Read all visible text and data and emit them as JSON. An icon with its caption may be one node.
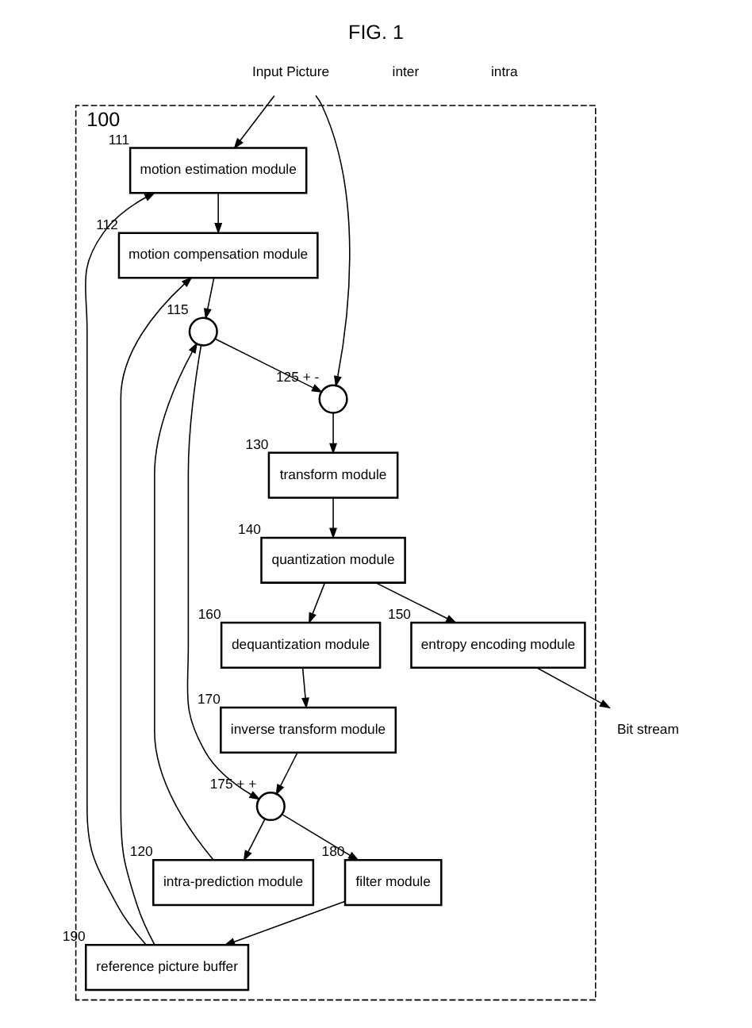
{
  "diagram": {
    "title": "FIG. 1",
    "nodes": [
      {
        "text": [],
        "shape": "box",
        "beside": [
          "100"
        ]
      },
      {
        "text": [
          "Input Picture"
        ]
      },
      {
        "text": [
          "motion estimation module"
        ],
        "in": 0,
        "beside": [
          "111"
        ]
      },
      {
        "text": [
          "motion compensation module"
        ],
        "in": 0,
        "beside": [
          "112"
        ]
      },
      {
        "text": [],
        "shape": "circle",
        "in": 0,
        "beside": [
          "115"
        ]
      },
      {
        "text": [
          "intra-prediction module"
        ],
        "in": 0,
        "beside": [
          "120"
        ]
      },
      {
        "text": [],
        "shape": "circle",
        "in": 0,
        "beside": [
          "125",
          "+",
          "-"
        ]
      },
      {
        "text": [
          "transform module"
        ],
        "in": 0,
        "beside": [
          "130"
        ]
      },
      {
        "text": [
          "quantization module"
        ],
        "in": 0,
        "beside": [
          "140"
        ]
      },
      {
        "text": [
          "entropy encoding module"
        ],
        "in": 0,
        "beside": [
          "150"
        ]
      },
      {
        "text": [
          "Bit stream"
        ]
      },
      {
        "text": [
          "dequantization module"
        ],
        "in": 0,
        "beside": [
          "160"
        ]
      },
      {
        "text": [
          "inverse transform module"
        ],
        "in": 0,
        "beside": [
          "170"
        ]
      },
      {
        "text": [],
        "shape": "circle",
        "in": 0,
        "beside": [
          "175",
          "+",
          "+"
        ]
      },
      {
        "text": [
          "filter module"
        ],
        "in": 0,
        "beside": [
          "180"
        ]
      },
      {
        "text": [
          "reference picture buffer"
        ],
        "in": 0,
        "beside": [
          "190"
        ]
      }
    ],
    "edges": [
      {
        "from": 1,
        "to": 6,
        "arrow": "to"
      },
      {
        "from": 1,
        "to": 2,
        "arrow": "to"
      },
      {
        "from": 6,
        "to": 7,
        "arrow": "to"
      },
      {
        "from": 7,
        "to": 8,
        "arrow": "to"
      },
      {
        "from": 8,
        "to": 9,
        "arrow": "to"
      },
      {
        "from": 9,
        "to": 10,
        "arrow": "to"
      },
      {
        "from": 8,
        "to": 11,
        "arrow": "to"
      },
      {
        "from": 11,
        "to": 12,
        "arrow": "to"
      },
      {
        "from": 12,
        "to": 13,
        "arrow": "to"
      },
      {
        "from": 4,
        "to": 6,
        "arrow": "to"
      },
      {
        "from": 4,
        "to": 13,
        "arrow": "to"
      },
      {
        "from": 13,
        "to": 14,
        "arrow": "to"
      },
      {
        "from": 13,
        "to": 5,
        "arrow": "to"
      },
      {
        "from": 14,
        "to": 15,
        "arrow": "to"
      },
      {
        "from": 15,
        "to": 2,
        "arrow": "to"
      },
      {
        "from": 15,
        "to": 3,
        "arrow": "to"
      },
      {
        "from": 2,
        "to": 3,
        "arrow": "to"
      },
      {
        "from": 3,
        "to": 4,
        "arrow": "to"
      },
      {
        "from": 5,
        "to": 4,
        "arrow": "to"
      }
    ],
    "labels": [
      "inter",
      "intra"
    ]
  }
}
